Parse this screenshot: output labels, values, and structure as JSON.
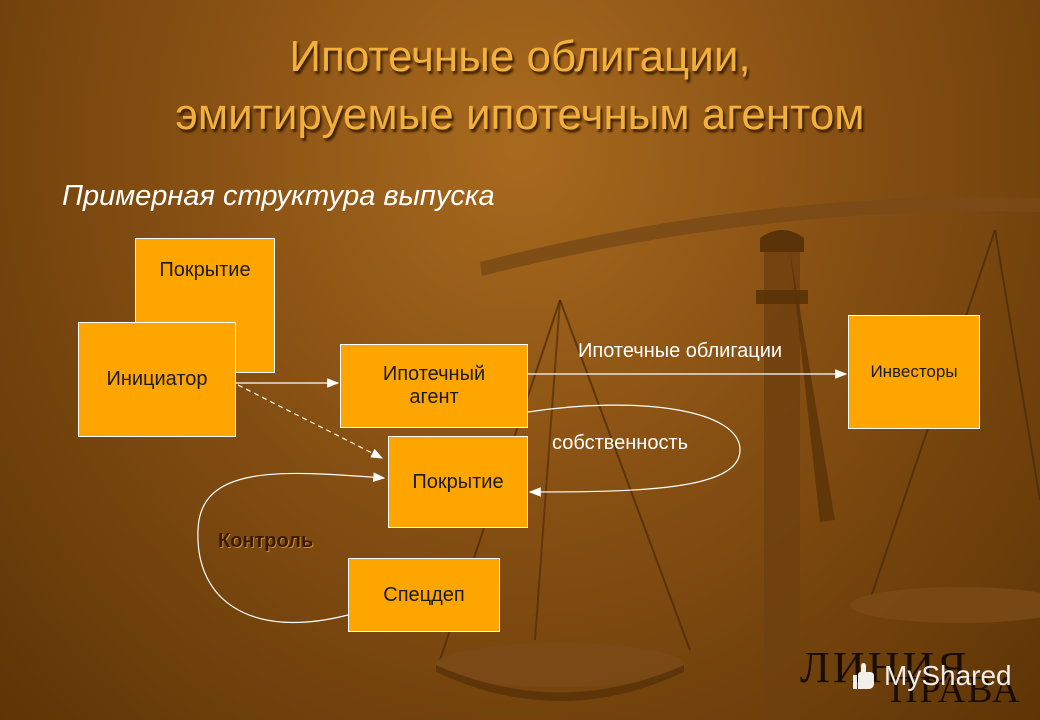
{
  "title": {
    "line1": "Ипотечные облигации,",
    "line2": "эмитируемые ипотечным агентом"
  },
  "subtitle": "Примерная структура выпуска",
  "diagram": {
    "boxes": {
      "pokrytie_top": "Покрытие",
      "initiator": "Инициатор",
      "agent": "Ипотечный агент",
      "investors": "Инвесторы",
      "pokrytie": "Покрытие",
      "specdep": "Спецдеп"
    },
    "labels": {
      "bonds": "Ипотечные облигации",
      "ownership": "собственность",
      "control": "Контроль"
    }
  },
  "watermark": {
    "line1": "ЛИНИЯ",
    "line2": "ПРАВА",
    "logo": "MyShared"
  },
  "colors": {
    "box_fill": "#ffa500",
    "title": "#f2b13c",
    "arrow": "#ffffff"
  }
}
